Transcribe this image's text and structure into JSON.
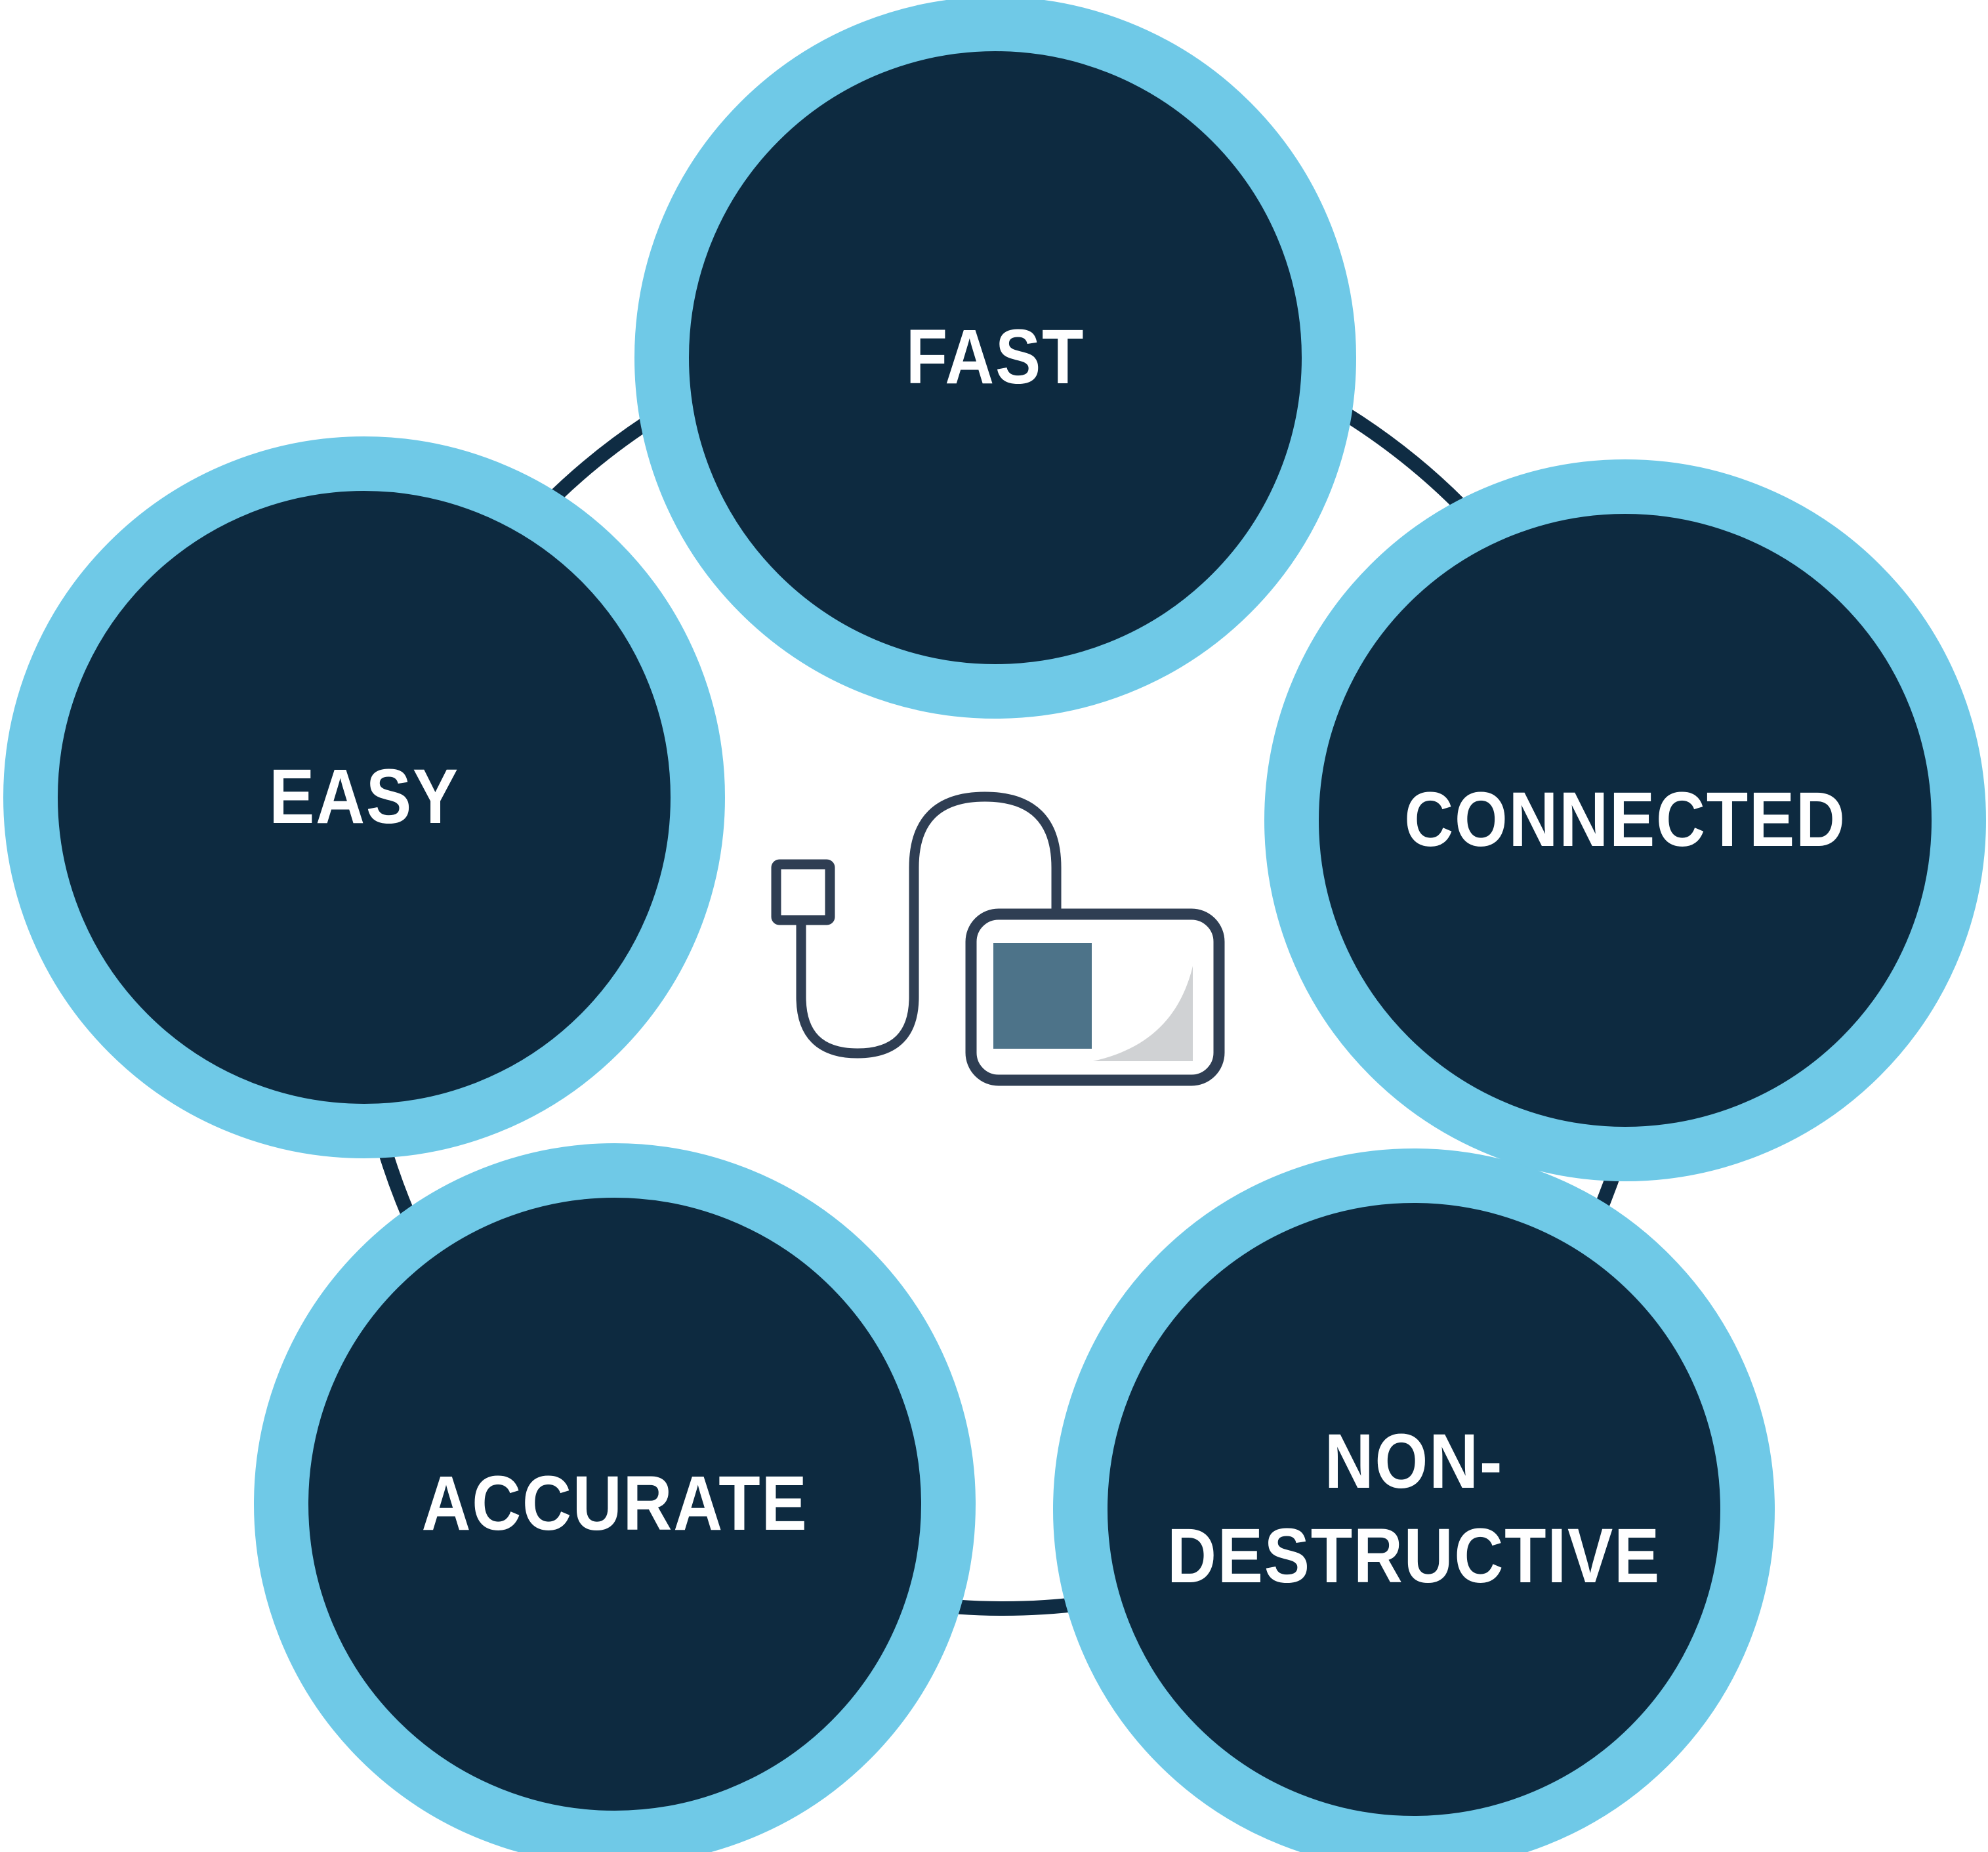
{
  "diagram": {
    "type": "pentagon-cycle-infographic",
    "circles": [
      {
        "id": "fast",
        "label": "FAST"
      },
      {
        "id": "easy",
        "label": "EASY"
      },
      {
        "id": "connected",
        "label": "CONNECTED"
      },
      {
        "id": "accurate",
        "label": "ACCURATE"
      },
      {
        "id": "non_destructive",
        "label": "NON-DESTRUCTIVE"
      }
    ],
    "center_icon": "probe-cable-with-reader-device-icon",
    "colors": {
      "circle_fill": "#0d2a40",
      "circle_ring": "#6fc9e7",
      "connector_ring": "#0f2c43",
      "icon_stroke": "#2f3e53",
      "icon_screen": "#4d7389",
      "icon_curl": "#d0d2d4",
      "label_color": "#ffffff",
      "background": "#ffffff"
    }
  }
}
